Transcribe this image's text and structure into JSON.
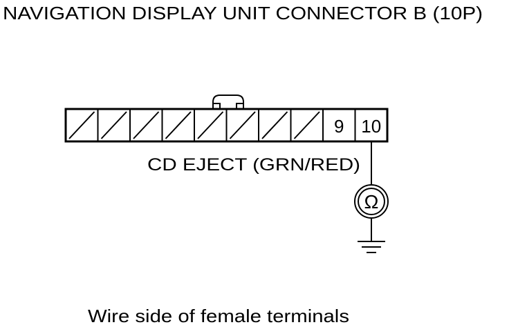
{
  "title": "NAVIGATION DISPLAY UNIT CONNECTOR B (10P)",
  "connector": {
    "cavities": [
      {
        "label": "",
        "hatched": true
      },
      {
        "label": "",
        "hatched": true
      },
      {
        "label": "",
        "hatched": true
      },
      {
        "label": "",
        "hatched": true
      },
      {
        "label": "",
        "hatched": true
      },
      {
        "label": "",
        "hatched": true
      },
      {
        "label": "",
        "hatched": true
      },
      {
        "label": "",
        "hatched": true
      },
      {
        "label": "9",
        "hatched": false
      },
      {
        "label": "10",
        "hatched": false
      }
    ],
    "measured_terminal": "10"
  },
  "wire_label": "CD EJECT (GRN/RED)",
  "meter_symbol": "Ω",
  "meter_icon": "ohmmeter-icon",
  "ground_icon": "ground-icon",
  "caption": "Wire side of female terminals"
}
